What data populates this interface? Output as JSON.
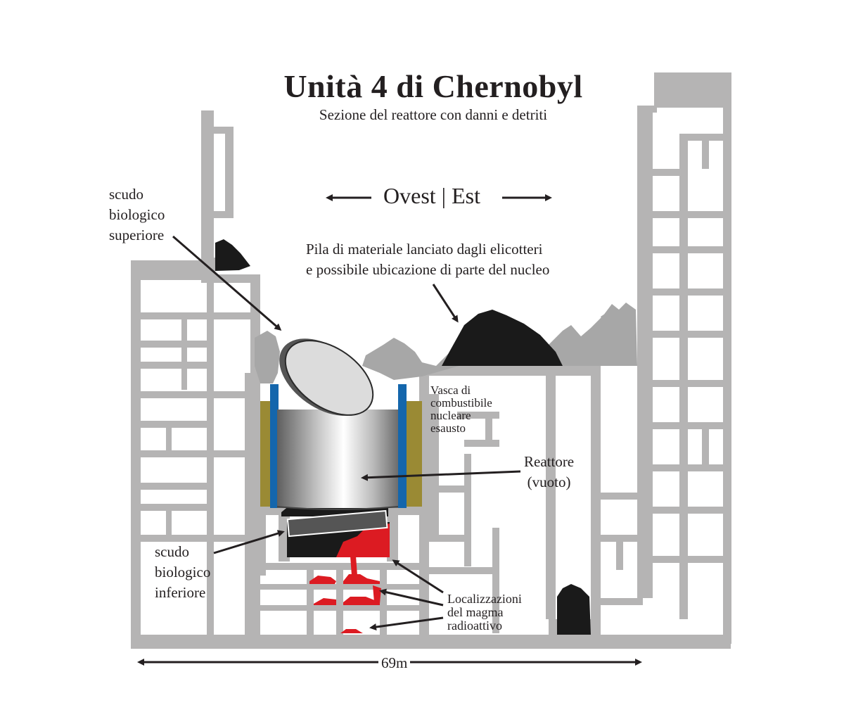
{
  "title": "Unità 4 di Chernobyl",
  "subtitle": "Sezione del reattore con danni e detriti",
  "direction": {
    "text": "Ovest | Est",
    "left_arrow_icon": "arrow-left-icon",
    "right_arrow_icon": "arrow-right-icon"
  },
  "labels": {
    "upper_shield": [
      "scudo",
      "biologico",
      "superiore"
    ],
    "helicopter_pile": [
      "Pila di materiale lanciato dagli elicotteri",
      "e possibile ubicazione di parte del nucleo"
    ],
    "fuel_pool": [
      "Vasca di",
      "combustibile",
      "nucleare",
      "esausto"
    ],
    "reactor": [
      "Reattore",
      "(vuoto)"
    ],
    "lower_shield": [
      "scudo",
      "biologico",
      "inferiore"
    ],
    "magma": [
      "Localizzazioni",
      "del magma",
      "radioattivo"
    ]
  },
  "scale": {
    "text": "69m",
    "icon": "double-arrow-icon"
  },
  "colors": {
    "wall": "#b5b4b4",
    "debris": "#a7a7a7",
    "debris_black": "#1a1a1a",
    "shield_blue": "#1466ac",
    "shield_olive": "#9a8a34",
    "magma_red": "#dc1b22",
    "text": "#231f20"
  }
}
